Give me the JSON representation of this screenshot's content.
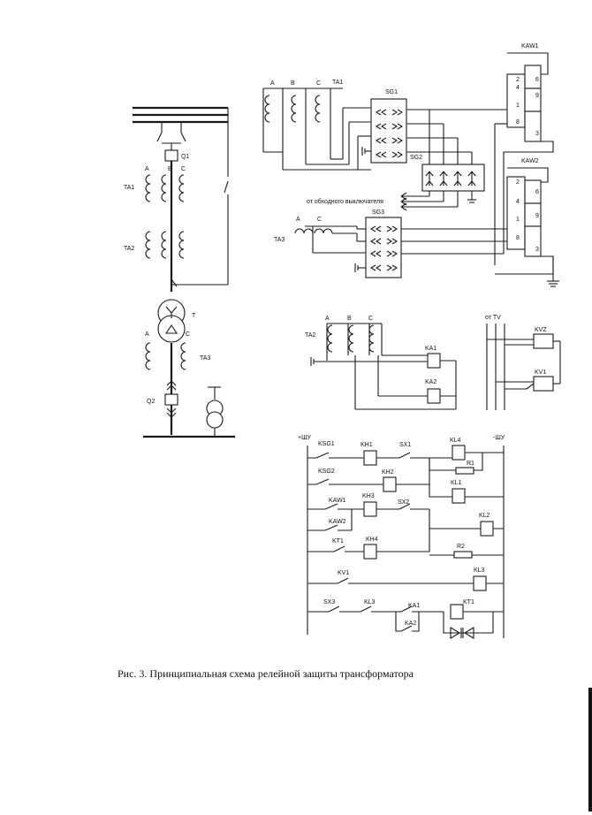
{
  "caption": "Рис. 3. Принципиальная схема релейной защиты трансформатора",
  "primary": {
    "breaker": "Q1",
    "ta1": "TA1",
    "ta2": "TA2",
    "transformer": "T",
    "ta3": "TA3",
    "breaker2": "Q2",
    "phaseA": "A",
    "phaseB": "B",
    "phaseC": "C"
  },
  "ct_top": {
    "title": "TA1",
    "phaseA": "A",
    "phaseB": "B",
    "phaseC": "C"
  },
  "ct_ta3": {
    "title": "TA3",
    "phaseA": "A",
    "phaseC": "C"
  },
  "switches": {
    "sg1": "SG1",
    "sg2": "SG2",
    "sg3": "SG3"
  },
  "bypass_label": "от обходного выключателя",
  "kaw1": {
    "title": "KAW1",
    "pins": [
      "2",
      "4",
      "6",
      "1",
      "9",
      "8",
      "3"
    ]
  },
  "kaw2": {
    "title": "KAW2",
    "pins": [
      "2",
      "4",
      "6",
      "1",
      "9",
      "8",
      "3"
    ]
  },
  "overcurrent": {
    "ct": "TA2",
    "phaseA": "A",
    "phaseB": "B",
    "phaseC": "C",
    "relay1": "KA1",
    "relay2": "KA2"
  },
  "voltage": {
    "source": "от TV",
    "relay1": "KVZ",
    "relay2": "KV1"
  },
  "dc": {
    "plus_bus": "+ШУ",
    "minus_bus": "-ШУ",
    "ksg1": "KSG1",
    "kh1": "KH1",
    "sx1": "SX1",
    "kl4": "KL4",
    "r1": "R1",
    "ksg2": "KSG2",
    "kh2": "KH2",
    "kl1": "KL1",
    "kaw1": "KAW1",
    "kh3": "KH3",
    "sx2": "SX2",
    "kl2": "KL2",
    "kaw2": "KAW2",
    "kt1": "KT1",
    "kh4": "KH4",
    "r2": "R2",
    "kv1": "KV1",
    "kl3": "KL3",
    "sx3": "SX3",
    "kl3c": "KL3",
    "ka1": "KA1",
    "ka2": "KA2",
    "kt1r": "KT1"
  }
}
